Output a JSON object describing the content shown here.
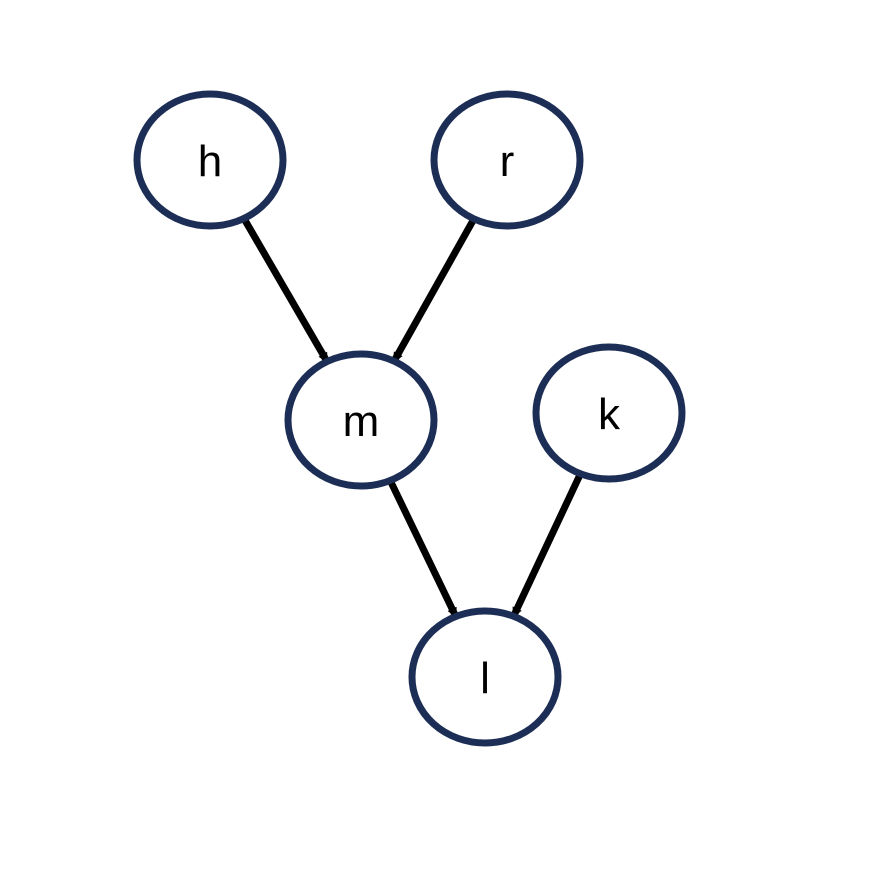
{
  "colors": {
    "node_stroke": "#1c2e55",
    "node_fill": "#ffffff",
    "edge": "#000000",
    "background": "#ffffff"
  },
  "nodes": [
    {
      "id": "h",
      "label": "h"
    },
    {
      "id": "r",
      "label": "r"
    },
    {
      "id": "m",
      "label": "m"
    },
    {
      "id": "k",
      "label": "k"
    },
    {
      "id": "l",
      "label": "l"
    }
  ],
  "edges": [
    {
      "from": "h",
      "to": "m"
    },
    {
      "from": "r",
      "to": "m"
    },
    {
      "from": "m",
      "to": "l"
    },
    {
      "from": "k",
      "to": "l"
    }
  ]
}
